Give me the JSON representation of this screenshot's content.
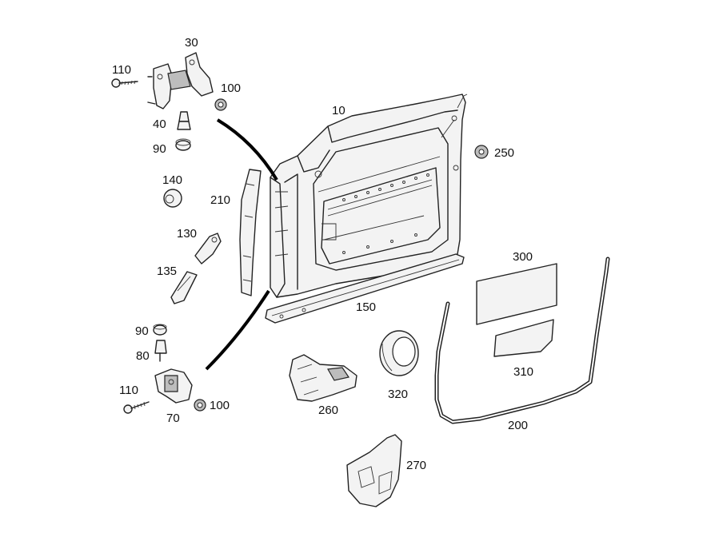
{
  "labels": {
    "p10": "10",
    "p30": "30",
    "p40": "40",
    "p70": "70",
    "p80": "80",
    "p90_top": "90",
    "p90_bottom": "90",
    "p100_top": "100",
    "p100_bottom": "100",
    "p110_top": "110",
    "p110_bottom": "110",
    "p130": "130",
    "p135": "135",
    "p140": "140",
    "p150": "150",
    "p200": "200",
    "p210": "210",
    "p250": "250",
    "p260": "260",
    "p270": "270",
    "p300": "300",
    "p310": "310",
    "p320": "320"
  },
  "colors": {
    "line": "#222222",
    "part_fill": "#f3f3f3",
    "shade": "#bdbdbd",
    "background": "#ffffff"
  }
}
